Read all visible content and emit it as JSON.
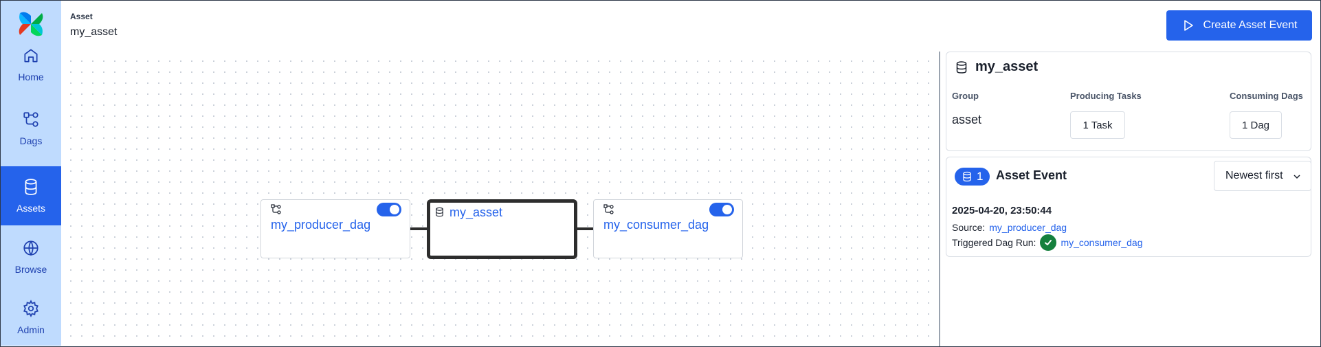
{
  "sidebar": {
    "items": [
      {
        "label": "Home",
        "icon": "home-icon"
      },
      {
        "label": "Dags",
        "icon": "dags-icon"
      },
      {
        "label": "Assets",
        "icon": "database-icon",
        "active": true
      },
      {
        "label": "Browse",
        "icon": "globe-icon"
      },
      {
        "label": "Admin",
        "icon": "gear-icon"
      }
    ]
  },
  "header": {
    "breadcrumb_label": "Asset",
    "title": "my_asset",
    "create_button_label": "Create Asset Event"
  },
  "graph": {
    "producer": {
      "label": "my_producer_dag",
      "enabled": true
    },
    "asset": {
      "label": "my_asset"
    },
    "consumer": {
      "label": "my_consumer_dag",
      "enabled": true
    }
  },
  "details": {
    "asset_name": "my_asset",
    "group_label": "Group",
    "group_value": "asset",
    "producing_label": "Producing Tasks",
    "producing_value": "1 Task",
    "consuming_label": "Consuming Dags",
    "consuming_value": "1 Dag"
  },
  "events": {
    "count": "1",
    "title": "Asset Event",
    "sort_selected": "Newest first",
    "items": [
      {
        "timestamp": "2025-04-20, 23:50:44",
        "source_label": "Source:",
        "source_value": "my_producer_dag",
        "triggered_label": "Triggered Dag Run:",
        "triggered_value": "my_consumer_dag",
        "triggered_status": "success"
      }
    ]
  },
  "colors": {
    "sidebar_bg": "#bfdbfe",
    "accent": "#2563eb",
    "success": "#15803d"
  }
}
